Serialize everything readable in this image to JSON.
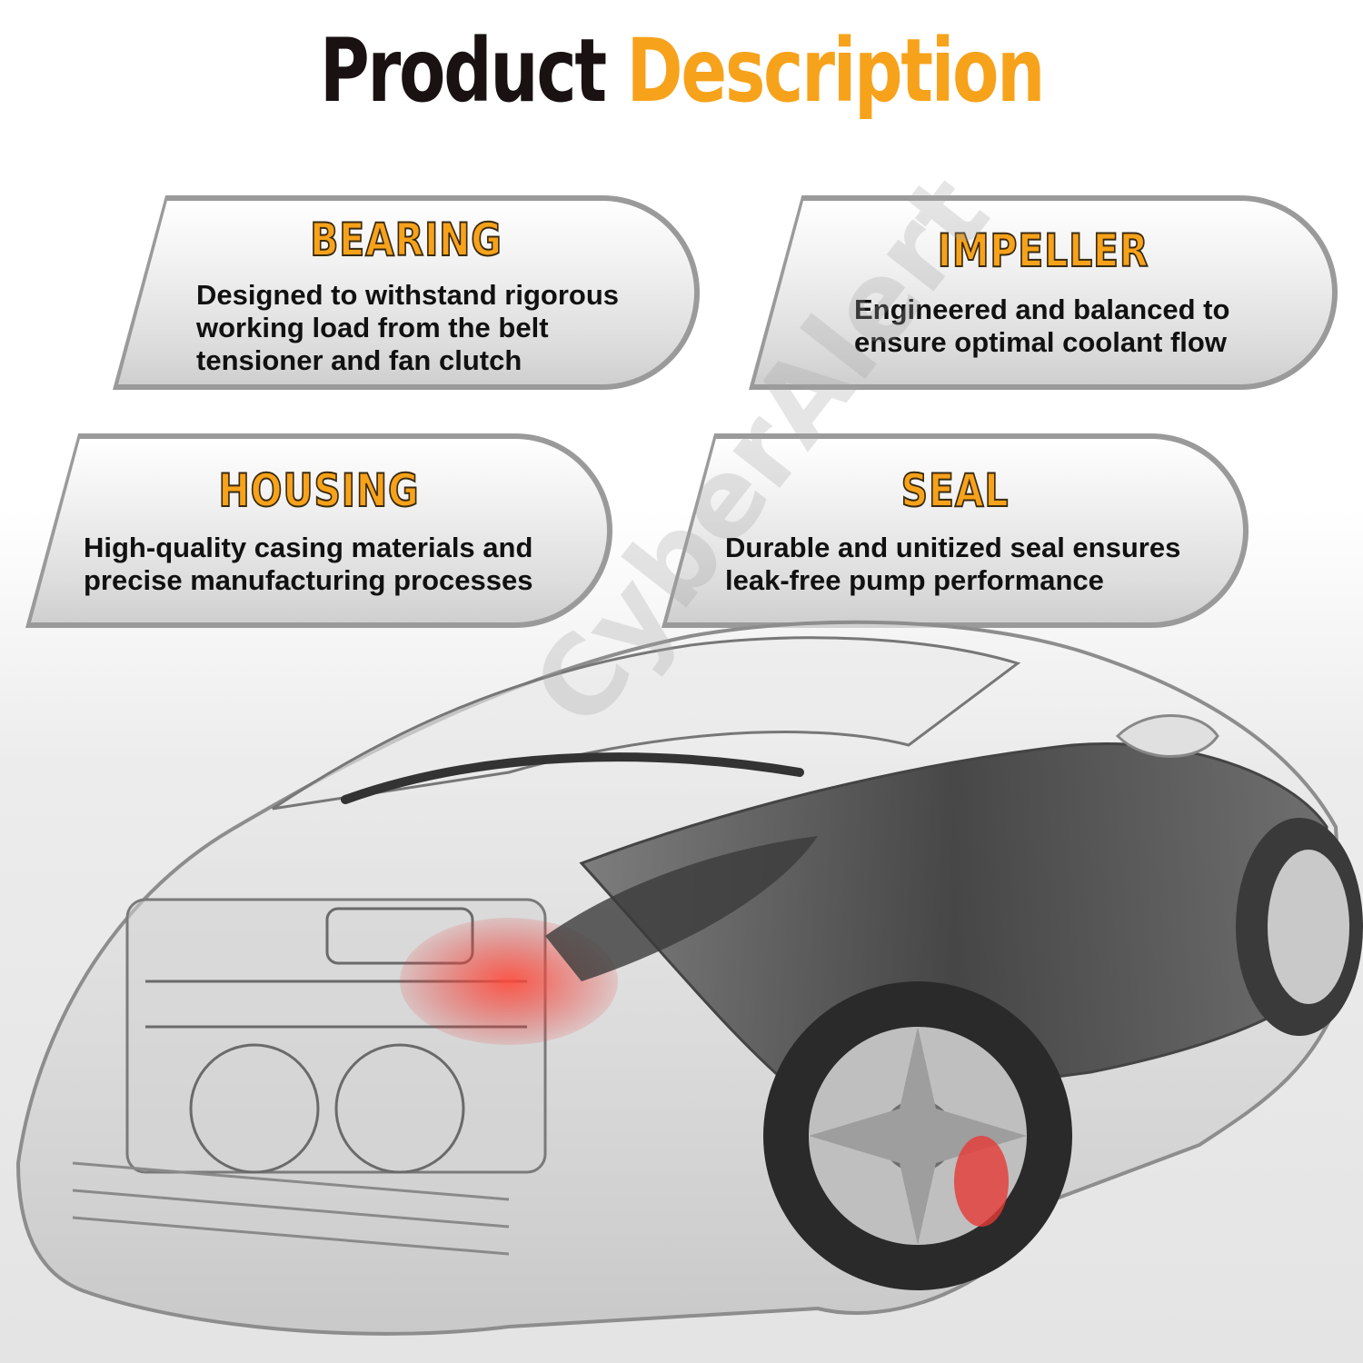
{
  "title": {
    "word1": "Product",
    "word2": "Description"
  },
  "cards": [
    {
      "heading": "BEARING",
      "lines": [
        "Designed to withstand rigorous",
        "working load from the belt",
        "tensioner and fan clutch"
      ]
    },
    {
      "heading": "IMPELLER",
      "lines": [
        "Engineered and balanced to",
        "ensure optimal coolant flow"
      ]
    },
    {
      "heading": "HOUSING",
      "lines": [
        "High-quality casing materials and",
        "precise manufacturing processes"
      ]
    },
    {
      "heading": "SEAL",
      "lines": [
        "Durable and unitized seal ensures",
        "leak-free pump performance"
      ]
    }
  ],
  "watermark": "CyberAlert",
  "colors": {
    "accent": "#f7a21b",
    "dark": "#1a1212",
    "highlight": "#e53935"
  }
}
